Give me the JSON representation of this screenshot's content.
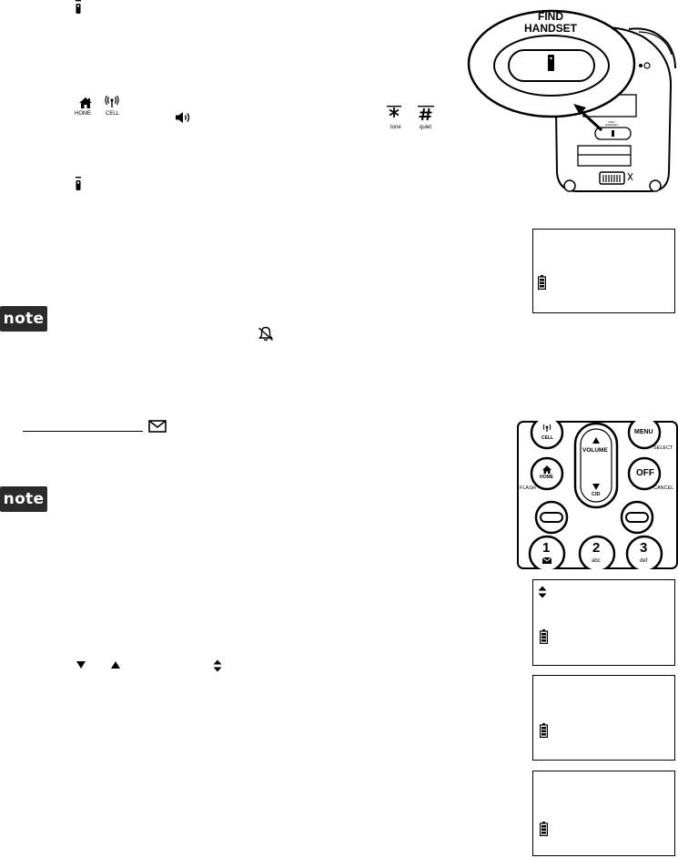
{
  "find_handset_figure": {
    "label_line1": "FIND",
    "label_line2": "HANDSET",
    "small_label_line1": "FIND",
    "small_label_line2": "HANDSET"
  },
  "key_labels": {
    "home": "HOME",
    "cell": "CELL",
    "tone": "tone",
    "quiet": "quiet"
  },
  "note_badges": [
    "note",
    "note"
  ],
  "keypad": {
    "cell": "CELL",
    "volume": "VOLUME",
    "cid": "CID",
    "menu": "MENU",
    "select": "SELECT",
    "home": "HOME",
    "flash": "FLASH",
    "off": "OFF",
    "cancel": "CANCEL",
    "digit1": "1",
    "digit2": "2",
    "letters2": "abc",
    "digit3": "3",
    "letters3": "def"
  },
  "icons": {
    "handset": "handset-icon",
    "home": "home-icon",
    "cell": "cell-antenna-icon",
    "speaker": "speaker-icon",
    "star": "star-key-icon",
    "pound": "pound-key-icon",
    "ringer_off": "ringer-off-icon",
    "voicemail": "envelope-icon",
    "down": "down-arrow-icon",
    "up": "up-arrow-icon",
    "up_down": "up-down-arrow-icon",
    "battery": "battery-icon"
  }
}
